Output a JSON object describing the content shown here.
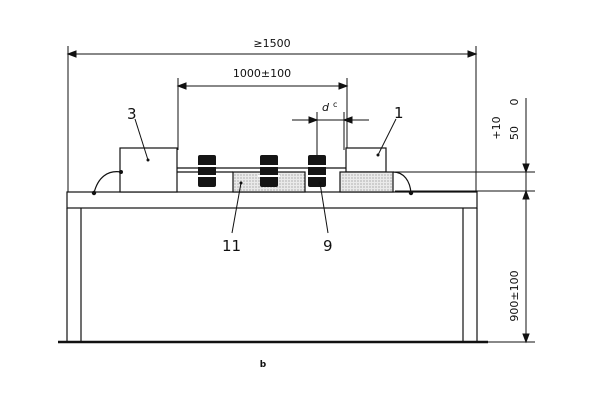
{
  "drawing": {
    "dimensions": {
      "overall_width": "≥1500",
      "centre_spacing": "1000±100",
      "gap_symbol": "d",
      "gap_superscript": "c",
      "height_tol_top": "+10",
      "height_tol_bottom": "0",
      "height_nominal": "50",
      "table_height": "900±100"
    },
    "callouts": {
      "item_1": "1",
      "item_3": "3",
      "item_9": "9",
      "item_11": "11"
    },
    "caption": "b"
  }
}
